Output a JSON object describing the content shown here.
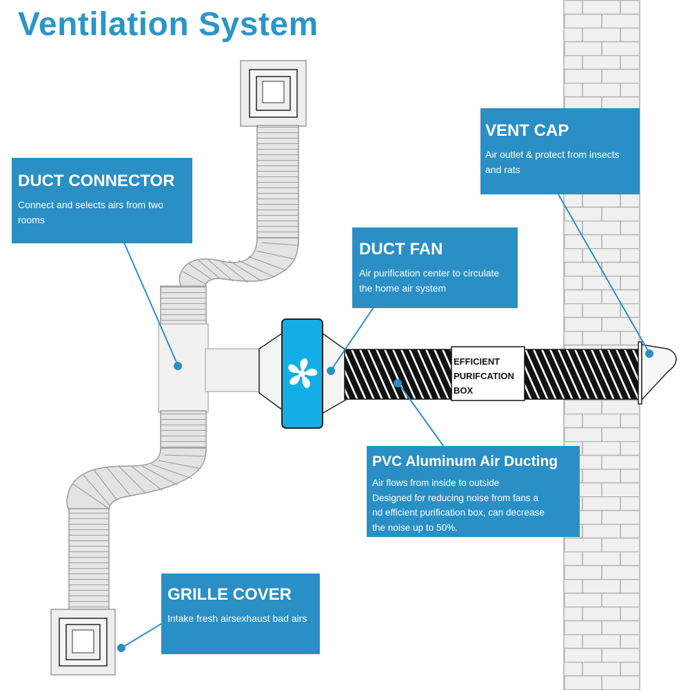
{
  "title": "Ventilation System",
  "colors": {
    "title": "#2a96c8",
    "callout_bg": "#2a8fc4",
    "fan_housing": "#13aee6",
    "leader_line": "#2a8fc4",
    "brick_fill": "#f0f0f0",
    "brick_mortar": "#b0b0b0",
    "duct_fill": "#e9e9e9",
    "duct_rib": "#9a9a9a"
  },
  "icons": [
    "fan-icon",
    "grille-icon"
  ],
  "callouts": {
    "duct_connector": {
      "heading": "DUCT CONNECTOR",
      "body": "Connect and selects airs from two rooms"
    },
    "duct_fan": {
      "heading": "DUCT FAN",
      "body": "Air purification center to circulate the home air system"
    },
    "vent_cap": {
      "heading": "VENT CAP",
      "body": "Air outlet & protect from insects and rats"
    },
    "air_ducting": {
      "heading": "PVC Aluminum Air Ducting",
      "lines": [
        "Air flows from inside to outside",
        "Designed for reducing noise from fans a",
        "nd efficient purification box, can decrease",
        "the noise up to 50%."
      ]
    },
    "grille_cover": {
      "heading": "GRILLE COVER",
      "body": "Intake fresh airsexhaust bad airs"
    }
  },
  "purification_box": {
    "lines": [
      "EFFICIENT",
      "PURIFCATION",
      "BOX"
    ]
  }
}
